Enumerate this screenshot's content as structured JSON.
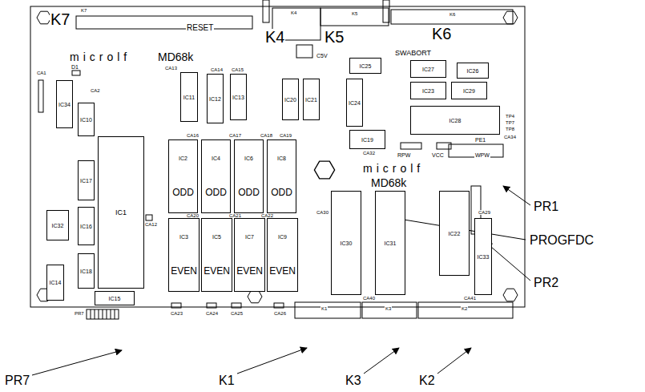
{
  "diagram": {
    "nodes": [
      {
        "text": [
          "IC11"
        ]
      },
      {
        "text": [
          "IC12"
        ]
      },
      {
        "text": [
          "IC13"
        ]
      },
      {
        "text": [
          "IC20"
        ]
      },
      {
        "text": [
          "IC21"
        ]
      },
      {
        "text": [
          "IC25"
        ]
      },
      {
        "text": [
          "IC24"
        ]
      },
      {
        "text": [
          "IC27"
        ]
      },
      {
        "text": [
          "IC26"
        ]
      },
      {
        "text": [
          "IC23"
        ]
      },
      {
        "text": [
          "IC29"
        ]
      },
      {
        "text": [
          "IC28"
        ]
      },
      {
        "text": [
          "IC19"
        ]
      },
      {
        "text": [
          "IC34"
        ]
      },
      {
        "text": [
          "IC10"
        ]
      },
      {
        "text": [
          "IC1"
        ]
      },
      {
        "text": [
          "IC17"
        ]
      },
      {
        "text": [
          "IC16"
        ]
      },
      {
        "text": [
          "IC32"
        ]
      },
      {
        "text": [
          "IC18"
        ]
      },
      {
        "text": [
          "IC14"
        ]
      },
      {
        "text": [
          "IC15"
        ]
      },
      {
        "text": [
          "IC2",
          "ODD"
        ]
      },
      {
        "text": [
          "IC4",
          "ODD"
        ]
      },
      {
        "text": [
          "IC6",
          "ODD"
        ]
      },
      {
        "text": [
          "IC8",
          "ODD"
        ]
      },
      {
        "text": [
          "IC3",
          "EVEN"
        ]
      },
      {
        "text": [
          "IC5",
          "EVEN"
        ]
      },
      {
        "text": [
          "IC7",
          "EVEN"
        ]
      },
      {
        "text": [
          "IC9",
          "EVEN"
        ]
      },
      {
        "text": [
          "IC30"
        ]
      },
      {
        "text": [
          "IC31"
        ]
      },
      {
        "text": [
          "IC22"
        ]
      },
      {
        "text": [
          "IC33"
        ]
      }
    ],
    "labels": [
      "K7",
      "K4",
      "K5",
      "K6",
      "RESET",
      "SWABORT",
      "C5V",
      "microlf",
      "MD68k",
      "microlf",
      "MD68k",
      "RPW",
      "VCC",
      "WPW",
      "PE1",
      "TP4",
      "TP7",
      "TP8",
      "K7",
      "K4",
      "K5",
      "K6",
      "K1",
      "K3",
      "K2",
      "PR7",
      "D1",
      "CA1",
      "CA2",
      "CA13",
      "CA14",
      "CA15",
      "CA16",
      "CA17",
      "CA18",
      "CA19",
      "CA20",
      "CA21",
      "CA22",
      "CA12",
      "CA23",
      "CA24",
      "CA25",
      "CA26",
      "CA40",
      "CA41",
      "CA29",
      "CA30",
      "CA34",
      "CA32",
      "PROGFDC",
      "PR1",
      "PR2",
      "PR7",
      "K1",
      "K3",
      "K2"
    ]
  }
}
